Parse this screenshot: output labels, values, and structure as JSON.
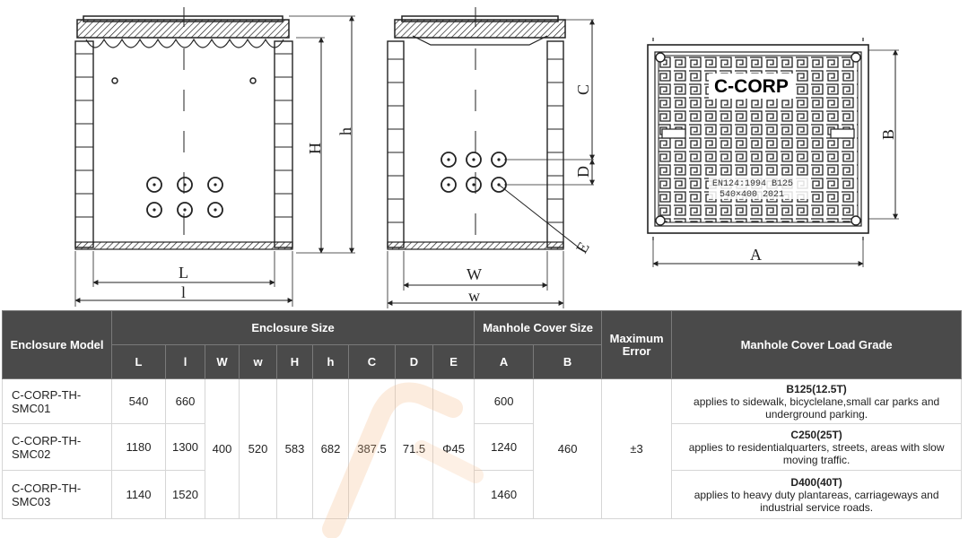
{
  "drawings": {
    "dims_side": [
      "H",
      "h",
      "L",
      "l"
    ],
    "dims_front": [
      "C",
      "D",
      "W",
      "w",
      "E"
    ],
    "dims_top": [
      "B",
      "A"
    ],
    "cover_brand": "C-CORP",
    "cover_plate_line1": "EN124:1994 B125",
    "cover_plate_line2": "540×400 2021"
  },
  "table": {
    "header_model": "Enclosure Model",
    "header_size": "Enclosure Size",
    "header_cover": "Manhole Cover Size",
    "header_error": "Maximum Error",
    "header_grade": "Manhole Cover Load Grade",
    "sub_headers": [
      "L",
      "l",
      "W",
      "w",
      "H",
      "h",
      "C",
      "D",
      "E",
      "A",
      "B"
    ],
    "rows": [
      {
        "model": "C-CORP-TH-SMC01",
        "L": "540",
        "l": "660",
        "A": "600"
      },
      {
        "model": "C-CORP-TH-SMC02",
        "L": "1180",
        "l": "1300",
        "A": "1240"
      },
      {
        "model": "C-CORP-TH-SMC03",
        "L": "1140",
        "l": "1520",
        "A": "1460"
      }
    ],
    "shared": {
      "W": "400",
      "w": "520",
      "H": "583",
      "h": "682",
      "C": "387.5",
      "D": "71.5",
      "E": "Φ45",
      "B": "460",
      "error": "±3"
    },
    "grades": [
      {
        "name": "B125(12.5T)",
        "desc": "applies to sidewalk, bicyclelane,small car parks and underground parking."
      },
      {
        "name": "C250(25T)",
        "desc": "applies to residentialquarters, streets, areas with slow moving traffic."
      },
      {
        "name": "D400(40T)",
        "desc": "applies to heavy duty plantareas, carriageways and industrial service roads."
      }
    ]
  },
  "colors": {
    "header_bg": "#4a4a4a",
    "watermark": "#f5b98a"
  }
}
